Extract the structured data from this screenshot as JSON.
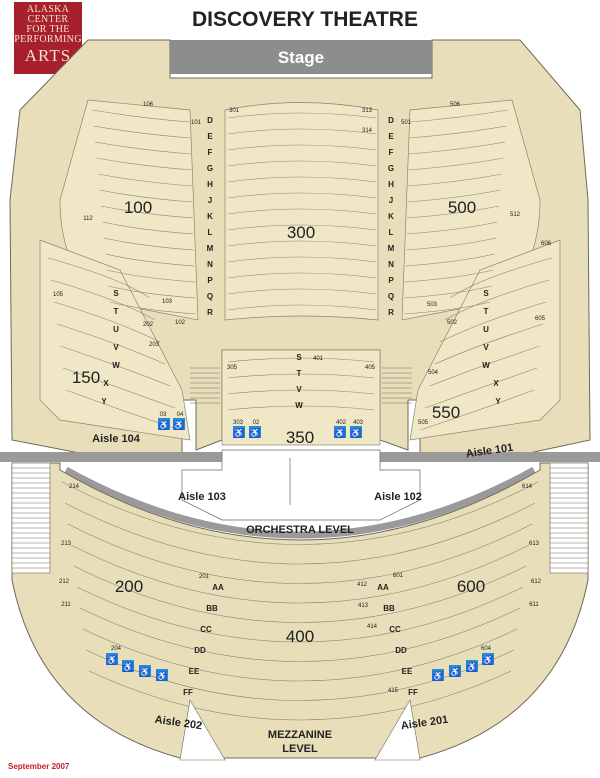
{
  "title": "DISCOVERY THEATRE",
  "logo": [
    "ALASKA",
    "CENTER",
    "FOR THE",
    "PERFORMING",
    "ARTS"
  ],
  "stage": "Stage",
  "sections": {
    "s100": "100",
    "s300": "300",
    "s500": "500",
    "s150": "150",
    "s350": "350",
    "s550": "550",
    "s200": "200",
    "s400": "400",
    "s600": "600"
  },
  "aisles": {
    "a104": "Aisle 104",
    "a103": "Aisle 103",
    "a102": "Aisle 102",
    "a101": "Aisle 101",
    "a202": "Aisle 202",
    "a201": "Aisle 201"
  },
  "levels": {
    "orchestra": "ORCHESTRA LEVEL",
    "mezz1": "MEZZANINE",
    "mezz2": "LEVEL"
  },
  "rows_300": [
    "D",
    "E",
    "F",
    "G",
    "H",
    "J",
    "K",
    "L",
    "M",
    "N",
    "P",
    "Q",
    "R"
  ],
  "rows_left150": [
    "S",
    "T",
    "U",
    "V",
    "W",
    "X",
    "Y"
  ],
  "rows_350": [
    "S",
    "T",
    "V",
    "W"
  ],
  "rows_400": [
    "AA",
    "BB",
    "CC",
    "DD",
    "EE",
    "FF"
  ],
  "seat_numbers": {
    "r106": "106",
    "r506": "506",
    "r301": "301",
    "r313": "313",
    "r314": "314",
    "r303": "303",
    "r02": "02",
    "r03": "03",
    "r04": "04",
    "r402": "402",
    "r403": "403",
    "r401": "401",
    "r412": "412",
    "r413": "413",
    "r414": "414",
    "r415": "415",
    "r601": "601",
    "r201": "201",
    "r204": "204",
    "r604": "604",
    "r214": "214",
    "r614": "614",
    "r505": "505",
    "r105": "105",
    "r101": "101",
    "r501": "501",
    "r512": "512",
    "r112": "112",
    "r203": "203",
    "r202": "202",
    "r502": "502",
    "r503": "503",
    "r504": "504",
    "r605": "605",
    "r606": "606",
    "r103": "103",
    "r102": "102",
    "r305": "305",
    "r405": "405",
    "r213": "213",
    "r613": "613",
    "r612": "612",
    "r212": "212",
    "r211": "211",
    "r611": "611"
  },
  "footer": "September 2007",
  "colors": {
    "seating": "#e8dfba",
    "seat_fill": "#f6f1da",
    "outline": "#6e6a58",
    "stage": "#8d8d8d",
    "aisle_band": "#9a9a9a",
    "accessible": "#1e8fd0",
    "logo": "#a8202e",
    "footer": "#c0202a"
  }
}
